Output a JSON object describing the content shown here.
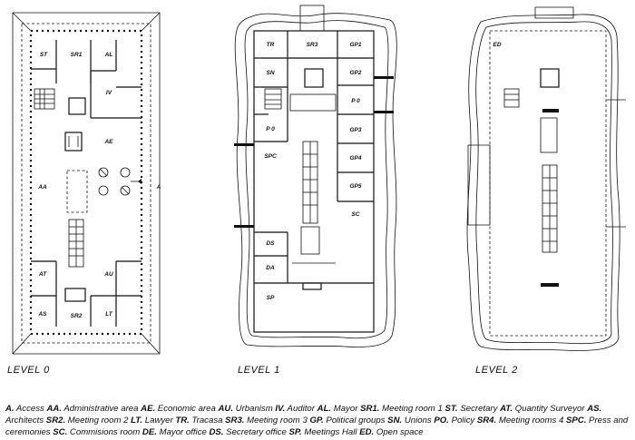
{
  "levels": [
    {
      "label": "LEVEL  0"
    },
    {
      "label": "LEVEL  1"
    },
    {
      "label": "LEVEL  2"
    }
  ],
  "level0_rooms": [
    "ST",
    "SR1",
    "AL",
    "IV",
    "AE",
    "AA",
    "A",
    "AT",
    "AU",
    "AS",
    "SR2",
    "LT"
  ],
  "level1_rooms": [
    "TR",
    "SR3",
    "GP1",
    "SN",
    "GP2",
    "P 0",
    "P 0",
    "GP3",
    "SPC",
    "GP4",
    "GP5",
    "SC",
    "DS",
    "DA",
    "SP"
  ],
  "level2_rooms": [
    "ED"
  ],
  "legend": [
    {
      "code": "A.",
      "text": "Access"
    },
    {
      "code": "AA.",
      "text": "Administrative area"
    },
    {
      "code": "AE.",
      "text": "Economic area"
    },
    {
      "code": "AU.",
      "text": "Urbanism"
    },
    {
      "code": "IV.",
      "text": "Auditor"
    },
    {
      "code": "AL.",
      "text": "Mayor"
    },
    {
      "code": "SR1.",
      "text": "Meeting room  1"
    },
    {
      "code": "ST.",
      "text": "Secretary"
    },
    {
      "code": "AT.",
      "text": "Quantity Surveyor"
    },
    {
      "code": "AS.",
      "text": "Architects"
    },
    {
      "code": "SR2.",
      "text": "Meeting room 2"
    },
    {
      "code": "LT.",
      "text": "Lawyer"
    },
    {
      "code": "TR.",
      "text": "Tracasa"
    },
    {
      "code": "SR3.",
      "text": "Meeting room 3"
    },
    {
      "code": "GP.",
      "text": "Political groups"
    },
    {
      "code": "SN.",
      "text": "Unions"
    },
    {
      "code": "PO.",
      "text": "Policy"
    },
    {
      "code": "SR4.",
      "text": "Meeting rooms 4"
    },
    {
      "code": "SPC.",
      "text": "Press and ceremonies"
    },
    {
      "code": "SC.",
      "text": "Commisions room"
    },
    {
      "code": "DE.",
      "text": "Mayor office"
    },
    {
      "code": "DS.",
      "text": "Secretary office"
    },
    {
      "code": "SP.",
      "text": "Meetings Hall"
    },
    {
      "code": "ED.",
      "text": "Open space"
    }
  ]
}
